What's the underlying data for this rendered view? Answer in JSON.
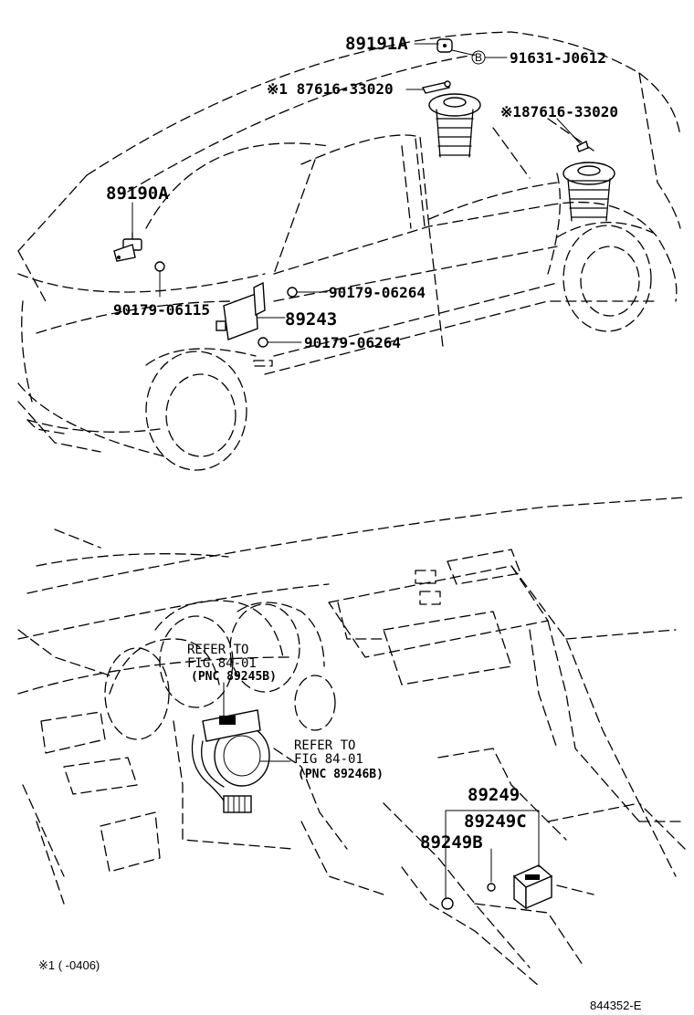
{
  "upper_view": {
    "parts": {
      "p89191A": "89191A",
      "p91631": "91631-J0612",
      "bolt_marker_letter": "B",
      "p87616_a": "※1 87616-33020",
      "p87616_b": "※187616-33020",
      "p89190A": "89190A",
      "p90179_06115": "90179-06115",
      "p90179_06264_a": "90179-06264",
      "p89243": "89243",
      "p90179_06264_b": "90179-06264"
    }
  },
  "lower_view": {
    "refer1": {
      "line1": "REFER TO",
      "line2": "FIG 84-01",
      "line3": "(PNC 89245B)"
    },
    "refer2": {
      "line1": "REFER TO",
      "line2": "FIG 84-01",
      "line3": "(PNC 89246B)"
    },
    "parts": {
      "p89249": "89249",
      "p89249C": "89249C",
      "p89249B": "89249B"
    }
  },
  "footnote": "※1 (      -0406)",
  "figure_code": "844352-E"
}
